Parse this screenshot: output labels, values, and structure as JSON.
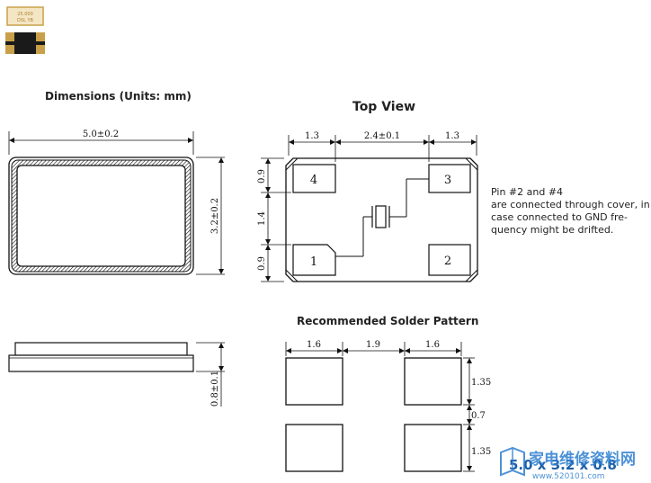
{
  "product_photo": {
    "chip_marking": [
      "25.000",
      "DSL  YB"
    ]
  },
  "dimensions_title": "Dimensions (Units: mm)",
  "top_view_title": "Top View",
  "solder_title": "Recommended Solder Pattern",
  "outline": {
    "width_label": "5.0±0.2",
    "height_label": "3.2±0.2",
    "thickness_label": "0.8±0.1"
  },
  "top_view": {
    "dims_top": [
      "1.3",
      "2.4±0.1",
      "1.3"
    ],
    "dims_left": [
      "0.9",
      "1.4",
      "0.9"
    ],
    "pins": [
      "1",
      "2",
      "3",
      "4"
    ]
  },
  "note_lines": [
    "Pin #2 and #4",
    "are connected through cover, in",
    "case connected to GND fre-",
    "quency might be drifted."
  ],
  "solder": {
    "dims_top": [
      "1.6",
      "1.9",
      "1.6"
    ],
    "dims_right": [
      "1.35",
      "0.7",
      "1.35"
    ]
  },
  "size_caption": "5.0 x 3.2 x 0.8",
  "watermark": {
    "name": "家电维修资料网",
    "url": "www.520101.com"
  },
  "colors": {
    "ink": "#111111",
    "pad_fill": "#ffffff",
    "photo_chip": "#1a1a1a",
    "photo_gold": "#c9a04a",
    "watermark_blue": "#2e7fd0"
  }
}
